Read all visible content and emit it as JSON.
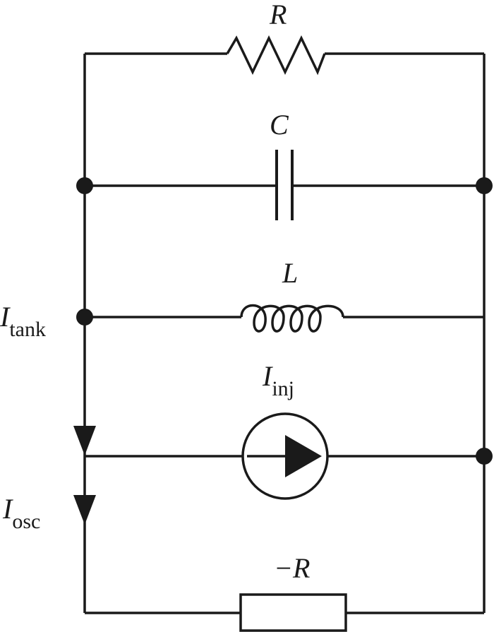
{
  "labels": {
    "resistor": "R",
    "capacitor": "C",
    "inductor": "L",
    "current_source_main": "I",
    "current_source_sub": "inj",
    "tank_current_main": "I",
    "tank_current_sub": "tank",
    "osc_current_main": "I",
    "osc_current_sub": "osc",
    "negative_resistor": "−R"
  }
}
